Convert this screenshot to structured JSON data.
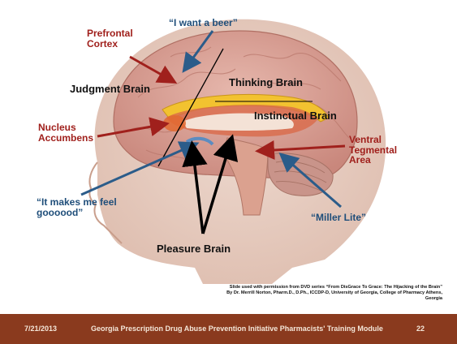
{
  "labels": {
    "prefrontal": "Prefrontal\nCortex",
    "beer": "“I want a beer”",
    "judgment": "Judgment Brain",
    "thinking": "Thinking Brain",
    "instinctual": "Instinctual Brain",
    "nucleus": "Nucleus\nAccumbens",
    "vta": "Ventral\nTegmental\nArea",
    "feel_good": "“It makes me feel\ngoooood”",
    "miller": "“Miller Lite”",
    "pleasure": "Pleasure Brain"
  },
  "credit": "Slide used with permission from DVD series “From DisGrace To Grace: The Hijacking of the Brain”\nBy Dr. Merrill Norton,  Pharm.D., D.Ph., ICCDP-D,  University  of  Georgia, College of Pharmacy Athens,\nGeorgia",
  "footer": {
    "date": "7/21/2013",
    "title": "Georgia Prescription Drug Abuse Prevention Initiative Pharmacists' Training Module",
    "page": "22"
  },
  "colors": {
    "footer_bg": "#8a3a1e",
    "arrow_red": "#a0201c",
    "arrow_blue": "#2b5c8a"
  }
}
